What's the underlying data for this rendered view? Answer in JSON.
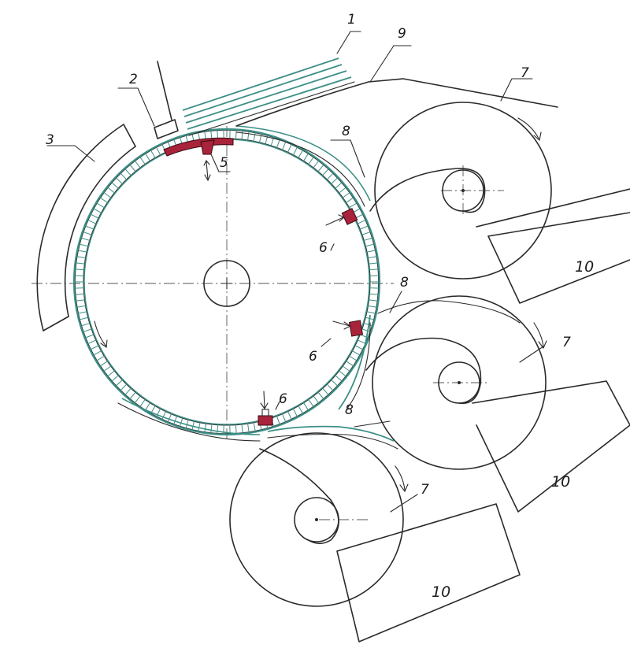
{
  "labels": {
    "l1": "1",
    "l2": "2",
    "l3": "3",
    "l5": "5",
    "l6a": "6",
    "l6b": "6",
    "l6c": "6",
    "l7a": "7",
    "l7b": "7",
    "l7c": "7",
    "l8a": "8",
    "l8b": "8",
    "l8c": "8",
    "l9": "9",
    "l10a": "10",
    "l10b": "10",
    "l10c": "10"
  },
  "colors": {
    "ink": "#2a2a2a",
    "belt": "#3c8f86",
    "pad": "#a8243a",
    "paper": "#ffffff"
  }
}
